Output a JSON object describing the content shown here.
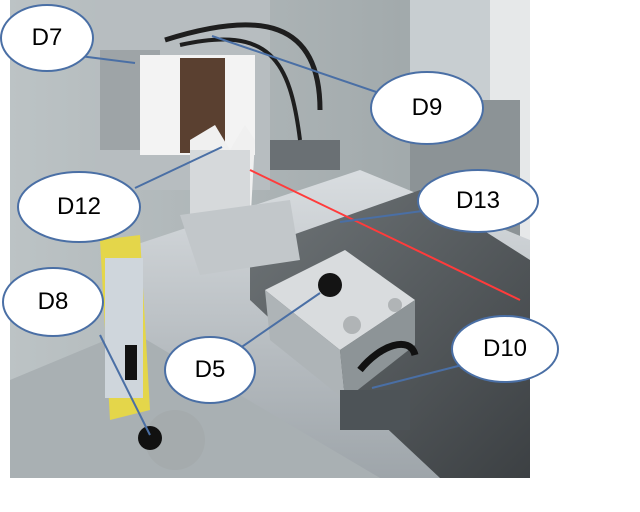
{
  "callouts": {
    "d7": "D7",
    "d9": "D9",
    "d12": "D12",
    "d13": "D13",
    "d8": "D8",
    "d5": "D5",
    "d10": "D10"
  },
  "colors": {
    "callout_stroke": "#4a6fa5",
    "callout_fill": "#ffffff",
    "laser_line": "#ff3b3b"
  }
}
